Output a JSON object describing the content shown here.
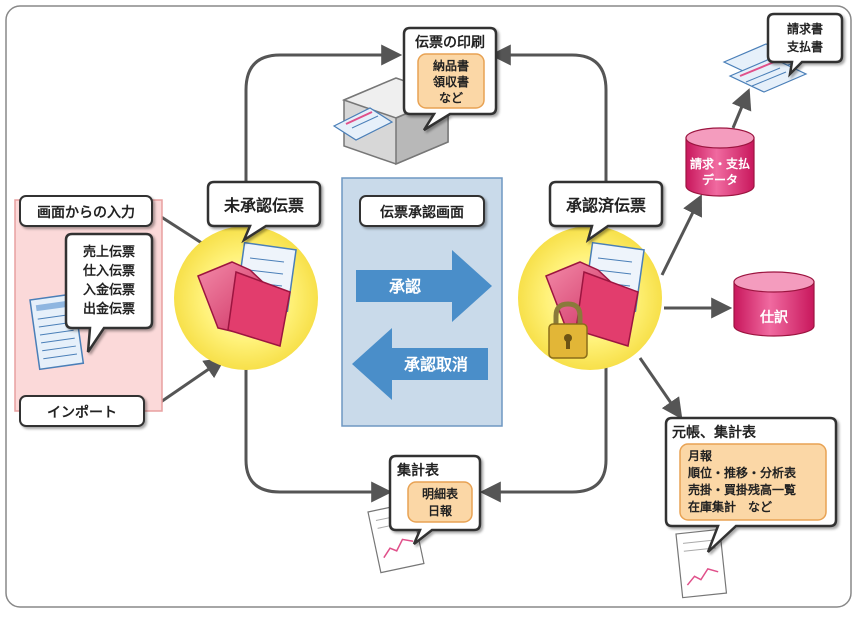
{
  "input": {
    "screen_label": "画面からの入力",
    "import_label": "インポート",
    "slips": [
      "売上伝票",
      "仕入伝票",
      "入金伝票",
      "出金伝票"
    ]
  },
  "unapproved": {
    "label": "未承認伝票"
  },
  "approved": {
    "label": "承認済伝票"
  },
  "approval_screen": {
    "title": "伝票承認画面",
    "approve_label": "承認",
    "cancel_label": "承認取消"
  },
  "print": {
    "title": "伝票の印刷",
    "items": [
      "納品書",
      "領収書",
      "など"
    ]
  },
  "summary": {
    "title": "集計表",
    "items": [
      "明細表",
      "日報"
    ]
  },
  "billing": {
    "docs": [
      "請求書",
      "支払書"
    ],
    "db": [
      "請求・支払",
      "データ"
    ]
  },
  "journal": {
    "label": "仕訳"
  },
  "ledger": {
    "title": "元帳、集計表",
    "items": [
      "月報",
      "順位・推移・分析表",
      "売掛・買掛残高一覧",
      "在庫集計　など"
    ]
  },
  "colors": {
    "pink_bg": "#fbd9d9",
    "pink_border": "#e8a0a0",
    "blue_panel": "#c9daea",
    "blue_arrow": "#4a8ec9",
    "orange_box": "#fbd7a6",
    "orange_border": "#e8a253",
    "db_pink": "#e23d7d",
    "glow": "#fff27a"
  }
}
